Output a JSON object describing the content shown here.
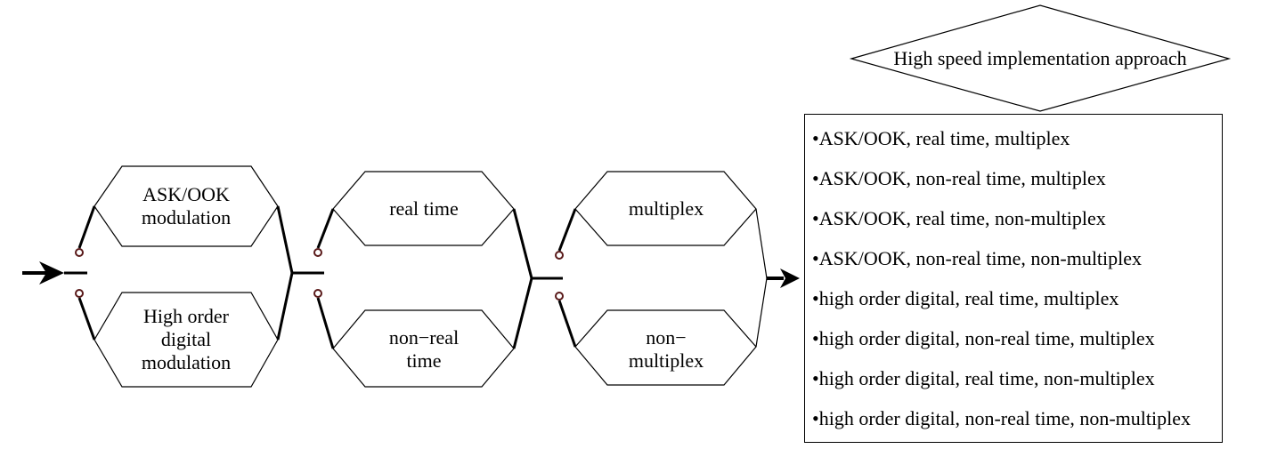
{
  "title": "High speed implementation approach",
  "stage1": {
    "option_top": "ASK/OOK\nmodulation",
    "option_bottom": "High order\ndigital\nmodulation"
  },
  "stage2": {
    "option_top": "real time",
    "option_bottom": "non−real\ntime"
  },
  "stage3": {
    "option_top": "multiplex",
    "option_bottom": "non−\nmultiplex"
  },
  "results": [
    "•ASK/OOK, real time, multiplex",
    "•ASK/OOK, non-real time, multiplex",
    "•ASK/OOK, real time, non-multiplex",
    "•ASK/OOK, non-real time, non-multiplex",
    "•high order digital, real time, multiplex",
    "•high order digital, non-real time, multiplex",
    "•high order digital, real time, non-multiplex",
    "•high order digital, non-real time, non-multiplex"
  ]
}
